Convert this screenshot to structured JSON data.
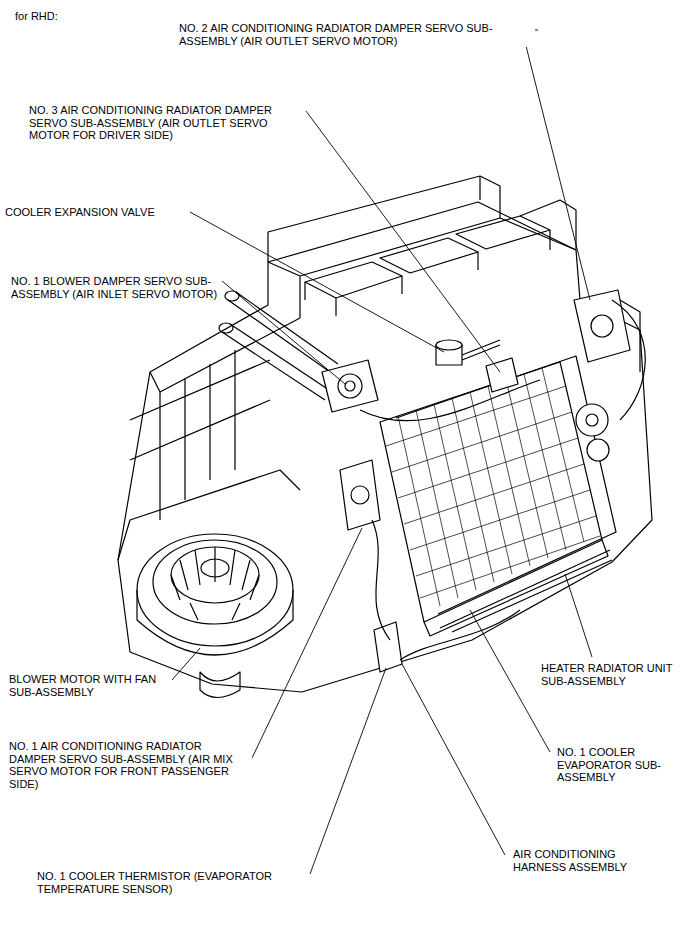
{
  "diagram": {
    "labels": [
      "for RHD:",
      "NO. 2 AIR CONDITIONING RADIATOR DAMPER SERVO SUB-ASSEMBLY (AIR OUTLET SERVO MOTOR)",
      "NO. 3 AIR CONDITIONING RADIATOR DAMPER SERVO SUB-ASSEMBLY (AIR OUTLET SERVO MOTOR FOR DRIVER SIDE)",
      "COOLER EXPANSION VALVE",
      "NO. 1 BLOWER DAMPER SERVO SUB-ASSEMBLY (AIR INLET SERVO MOTOR)",
      "BLOWER MOTOR WITH FAN SUB-ASSEMBLY",
      "HEATER RADIATOR UNIT SUB-ASSEMBLY",
      "NO. 1 COOLER EVAPORATOR SUB-ASSEMBLY",
      "NO. 1 AIR CONDITIONING RADIATOR DAMPER SERVO SUB-ASSEMBLY (AIR MIX SERVO MOTOR FOR FRONT PASSENGER SIDE)",
      "AIR CONDITIONING HARNESS ASSEMBLY",
      "NO. 1 COOLER THERMISTOR (EVAPORATOR TEMPERATURE SENSOR)"
    ]
  }
}
